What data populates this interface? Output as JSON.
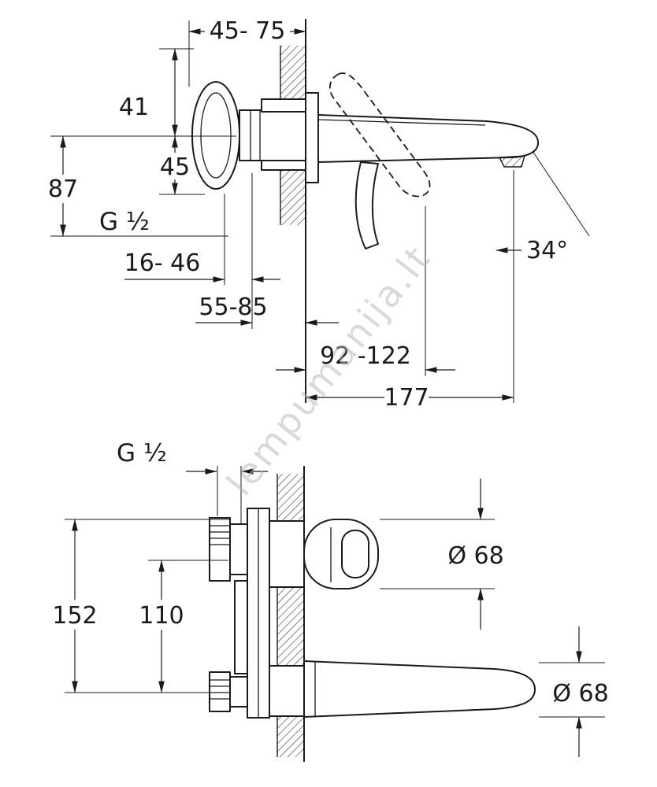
{
  "watermark": "lempumanija.lt",
  "top_view": {
    "wall_depth_range": "45- 75",
    "handle_height": "41",
    "spout_height": "45",
    "body_height": "87",
    "inlet_thread": "G ¹⁄₂",
    "body_depth_range": "16- 46",
    "rosette_depth_range": "55-85",
    "spout_wall_range": "92 -122",
    "spout_reach": "177",
    "spout_angle": "34°"
  },
  "plan_view": {
    "inlet_thread": "G ¹⁄₂",
    "port_spacing": "152",
    "body_length": "110",
    "rosette_diameter": "Ø 68",
    "spout_rosette_diameter": "Ø 68"
  }
}
